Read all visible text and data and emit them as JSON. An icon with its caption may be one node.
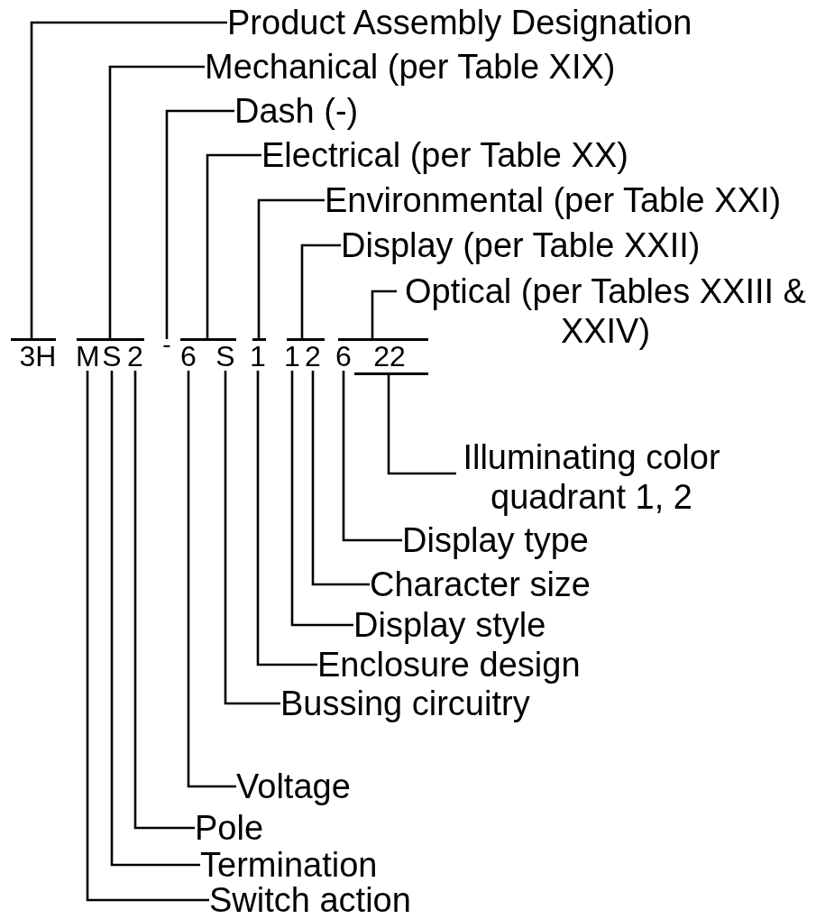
{
  "diagram": {
    "nodes": [
      {
        "text": [
          "Product Assembly Designation"
        ]
      },
      {
        "text": [
          "Mechanical (per Table XIX)"
        ]
      },
      {
        "text": [
          "Dash (-)"
        ]
      },
      {
        "text": [
          "Electrical (per Table XX)"
        ]
      },
      {
        "text": [
          "Environmental (per Table XXI)"
        ]
      },
      {
        "text": [
          "Display (per Table XXII)"
        ]
      },
      {
        "text": [
          "Optical (per Tables XXIII & XXIV)"
        ]
      },
      {
        "text": [],
        "shape": "bar"
      },
      {
        "text": [],
        "shape": "bar"
      },
      {
        "text": [],
        "shape": "bar"
      },
      {
        "text": [],
        "shape": "bar"
      },
      {
        "text": [],
        "shape": "bar"
      },
      {
        "text": [],
        "shape": "bar"
      },
      {
        "text": [
          "3H"
        ]
      },
      {
        "text": [
          "M"
        ]
      },
      {
        "text": [
          "S"
        ]
      },
      {
        "text": [
          "2"
        ]
      },
      {
        "text": [
          "-"
        ]
      },
      {
        "text": [
          "6"
        ]
      },
      {
        "text": [
          "S"
        ]
      },
      {
        "text": [
          "1"
        ]
      },
      {
        "text": [
          "1"
        ]
      },
      {
        "text": [
          "2"
        ]
      },
      {
        "text": [
          "6"
        ]
      },
      {
        "text": [
          "22"
        ]
      },
      {
        "text": [],
        "shape": "bar"
      },
      {
        "text": [
          "Illuminating color quadrant 1, 2"
        ]
      },
      {
        "text": [
          "Display type"
        ]
      },
      {
        "text": [
          "Character size"
        ]
      },
      {
        "text": [
          "Display style"
        ]
      },
      {
        "text": [
          "Enclosure design"
        ]
      },
      {
        "text": [
          "Bussing circuitry"
        ]
      },
      {
        "text": [
          "Voltage"
        ]
      },
      {
        "text": [
          "Pole"
        ]
      },
      {
        "text": [
          "Termination"
        ]
      },
      {
        "text": [
          "Switch action"
        ]
      }
    ],
    "edges": [
      {
        "from": 0,
        "to": 7,
        "arrow": "none"
      },
      {
        "from": 1,
        "to": 8,
        "arrow": "none"
      },
      {
        "from": 2,
        "to": 17,
        "arrow": "none"
      },
      {
        "from": 3,
        "to": 9,
        "arrow": "none"
      },
      {
        "from": 4,
        "to": 10,
        "arrow": "none"
      },
      {
        "from": 5,
        "to": 11,
        "arrow": "none"
      },
      {
        "from": 6,
        "to": 12,
        "arrow": "none"
      },
      {
        "from": 26,
        "to": 25,
        "arrow": "none"
      },
      {
        "from": 27,
        "to": 23,
        "arrow": "none"
      },
      {
        "from": 28,
        "to": 22,
        "arrow": "none"
      },
      {
        "from": 29,
        "to": 21,
        "arrow": "none"
      },
      {
        "from": 30,
        "to": 20,
        "arrow": "none"
      },
      {
        "from": 31,
        "to": 19,
        "arrow": "none"
      },
      {
        "from": 32,
        "to": 18,
        "arrow": "none"
      },
      {
        "from": 33,
        "to": 16,
        "arrow": "none"
      },
      {
        "from": 34,
        "to": 15,
        "arrow": "none"
      },
      {
        "from": 35,
        "to": 14,
        "arrow": "none"
      }
    ]
  }
}
